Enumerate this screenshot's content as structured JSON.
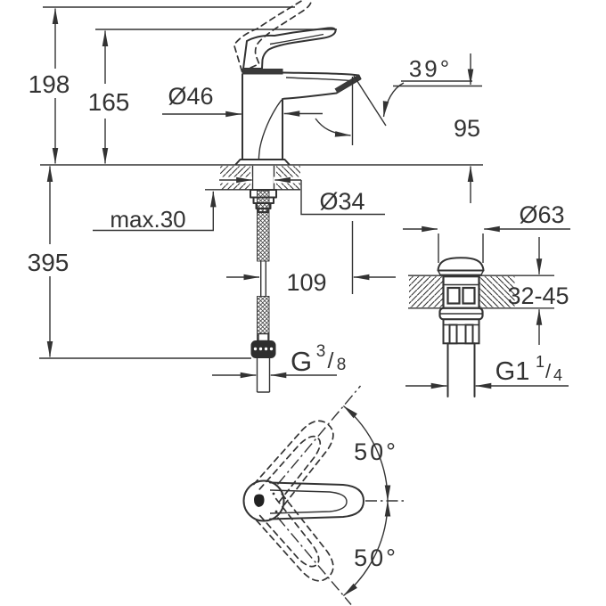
{
  "drawing": {
    "type": "faucet-installation-dimension-drawing",
    "colors": {
      "background": "#ffffff",
      "line": "#333333"
    },
    "labels": {
      "total_height": "198",
      "height_to_lever_top": "165",
      "body_diameter": "Ø46",
      "spout_angle": "39°",
      "outlet_height": "95",
      "max_mounting_thickness": "max.30",
      "mounting_hole_diameter": "Ø34",
      "below_deck_length": "395",
      "spout_reach": "109",
      "waste_flange_diameter": "Ø63",
      "waste_deck_thickness_range": "32-45",
      "swivel_angle_up": "50°",
      "swivel_angle_down": "50°",
      "supply_thread": {
        "base": "G",
        "numerator": "3",
        "slash": "/",
        "denominator": "8"
      },
      "waste_thread": {
        "base": "G1",
        "numerator": "1",
        "slash": "/",
        "denominator": "4"
      }
    }
  }
}
